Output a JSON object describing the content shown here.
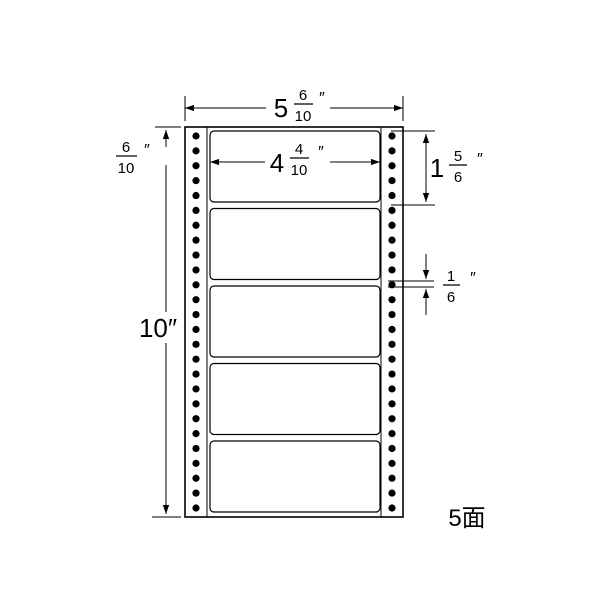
{
  "dimensions": {
    "total_width": {
      "whole": "5",
      "num": "6",
      "den": "10",
      "mark": "″"
    },
    "label_width": {
      "whole": "4",
      "num": "4",
      "den": "10",
      "mark": "″"
    },
    "label_height": {
      "whole": "1",
      "num": "5",
      "den": "6",
      "mark": "″"
    },
    "label_gap": {
      "num": "1",
      "den": "6",
      "mark": "″"
    },
    "side_margin": {
      "num": "6",
      "den": "10",
      "mark": "″"
    },
    "total_height": {
      "text": "10″"
    }
  },
  "face_count": "5面",
  "labels_per_sheet": 5,
  "holes_per_side": 26
}
